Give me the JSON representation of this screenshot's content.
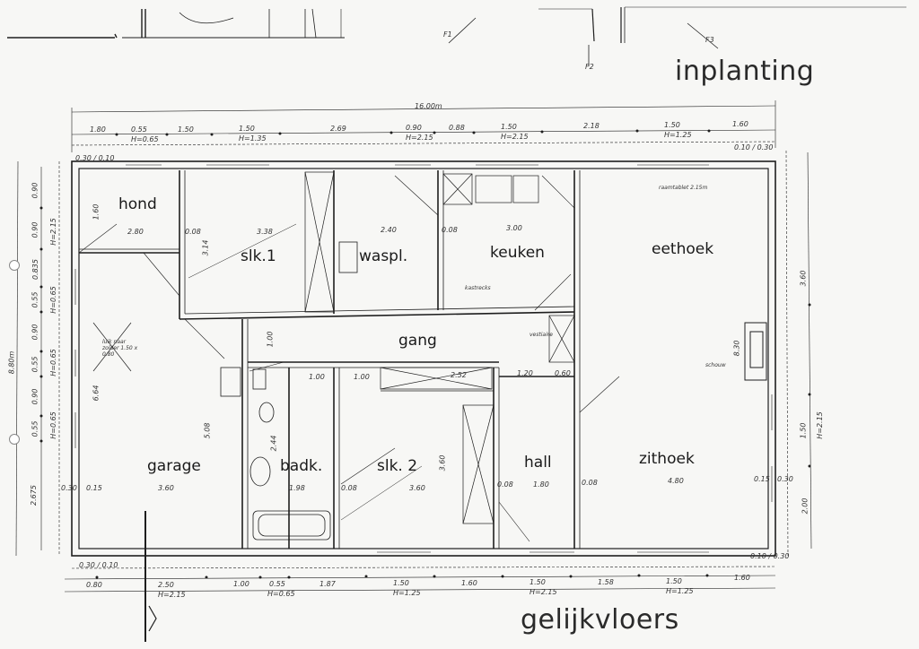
{
  "headings": {
    "site": "inplanting",
    "floor": "gelijkvloers"
  },
  "rooms": {
    "hond": "hond",
    "slk1": "slk.1",
    "waspl": "waspl.",
    "keuken": "keuken",
    "eethoek": "eethoek",
    "gang": "gang",
    "garage": "garage",
    "badk": "badk.",
    "slk2": "slk. 2",
    "hall": "hall",
    "zithoek": "zithoek"
  },
  "top_dims": {
    "overall": "16.00m",
    "d1": "1.80",
    "d2": "0.55",
    "d3": "1.50",
    "d4": "2.69",
    "d5": "0.90",
    "d6": "0.88",
    "d7": "1.50",
    "d8": "2.18",
    "d9": "1.50",
    "d10": "1.60",
    "h1": "H=0.65",
    "h2": "H=1.35",
    "h3": "H=2.15",
    "h4": "H=2.15",
    "h5": "H=1.25"
  },
  "bottom_dims": {
    "d1": "0.80",
    "d2": "2.50",
    "d3": "1.00",
    "d4": "0.55",
    "d5": "1.87",
    "d6": "1.50",
    "d7": "1.60",
    "d8": "1.50",
    "d9": "1.58",
    "d10": "1.50",
    "d11": "1.60",
    "h1": "H=2.15",
    "h2": "H=0.65",
    "h3": "H=1.25",
    "h4": "H=2.15",
    "h5": "H=1.25"
  },
  "left_dims": {
    "overall": "8.80m",
    "d1": "0.90",
    "d2": "0.90",
    "d3": "0.835",
    "d4": "0.55",
    "d5": "0.90",
    "d6": "0.55",
    "d7": "0.90",
    "d8": "0.55",
    "d9": "2.675",
    "h1": "H=2.15",
    "h2": "H=0.65",
    "h3": "H=0.65",
    "h4": "H=0.65"
  },
  "right_dims": {
    "d1": "3.60",
    "d2": "1.50",
    "d3": "2.00",
    "h1": "H=2.15"
  },
  "inner_dims": {
    "hond_w": "2.80",
    "hond_h": "1.60",
    "slk1_w": "3.38",
    "slk1_h": "3.14",
    "waspl_w": "2.40",
    "keuken_w": "3.00",
    "garage_h": "5.08",
    "garage_h2": "6.64",
    "garage_w": "3.60",
    "badk_w": "1.98",
    "slk2_w": "3.60",
    "slk2_h": "3.60",
    "hall_w": "1.80",
    "zithoek_w": "4.80",
    "eethoek_h": "8.30",
    "gang_h": "1.00",
    "g1": "1.00",
    "g2": "1.00",
    "g3": "2.52",
    "g4": "1.20",
    "g5": "0.60",
    "g6": "2.44",
    "w1": "0.08",
    "w2": "0.15",
    "w3": "0.30",
    "corner1": "0.30 / 0.10",
    "corner2": "0.10 / 0.30"
  },
  "notes": {
    "note1": "kastrecks",
    "note2": "vestiaire",
    "note3": "schouw",
    "note4": "luik naar zolder 1.50 x 0.80",
    "note5": "raamtablet 2.15m"
  },
  "arrows": {
    "f1": "F1",
    "f2": "F2",
    "f3": "F3"
  },
  "colors": {
    "line": "#1e1e1e",
    "paper": "#f7f7f5"
  }
}
